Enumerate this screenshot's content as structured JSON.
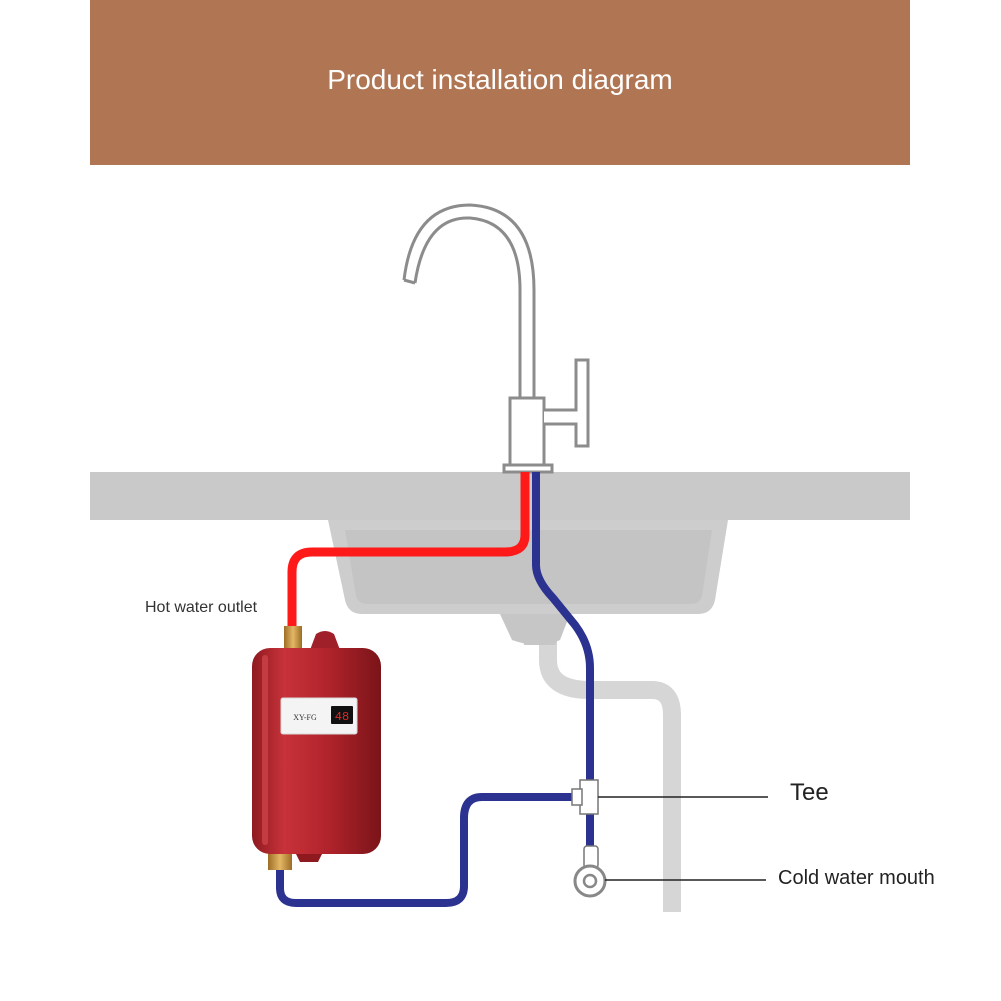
{
  "banner": {
    "title": "Product installation diagram"
  },
  "heater": {
    "brand_text": "XY-FG",
    "display_text": "48"
  },
  "labels": {
    "hot_water_outlet": "Hot water outlet",
    "tee": "Tee",
    "cold_water_mouth": "Cold water mouth"
  },
  "colors": {
    "banner": "#b07552",
    "hot_pipe": "#ff1a1a",
    "cold_pipe": "#2b3290",
    "counter": "#c9c9c9",
    "heater_body": "#b5242b",
    "brass": "#c9963f"
  }
}
